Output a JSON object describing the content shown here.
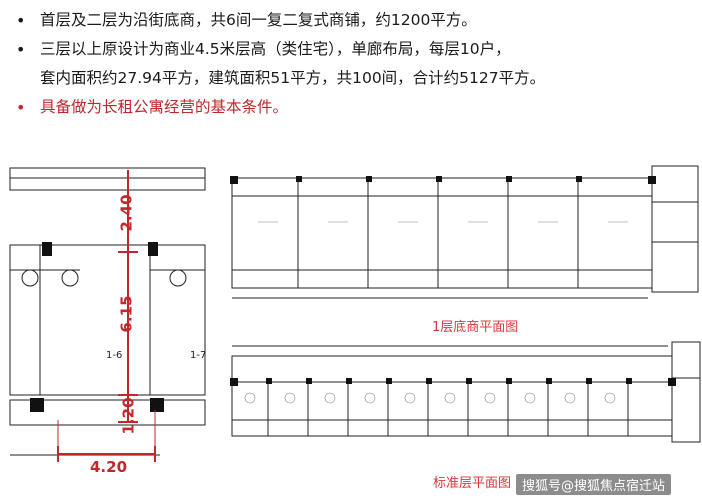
{
  "bullets": [
    {
      "text": "首层及二层为沿街底商，共6间一复二复式商铺，约1200平方。"
    },
    {
      "text": "三层以上原设计为商业4.5米层高（类住宅），单廊布局，每层10户，"
    },
    {
      "text": "套内面积约27.94平方，建筑面积51平方，共100间，合计约5127平方。"
    },
    {
      "text": "具备做为长租公寓经营的基本条件。"
    }
  ],
  "bullet_glyph": "•",
  "section": {
    "dim_top": "2.40",
    "dim_mid": "6.15",
    "dim_bot": "1.20",
    "dim_width": "4.20",
    "room_left": "1-6",
    "room_right": "1-7"
  },
  "captions": {
    "first_floor": "1层底商平面图",
    "standard_floor": "标准层平面图"
  },
  "watermark": {
    "text": "搜狐号@搜狐焦点宿迁站"
  },
  "colors": {
    "accent_red": "#c0282d",
    "caption_red": "#d83a3a",
    "line": "#222222"
  }
}
